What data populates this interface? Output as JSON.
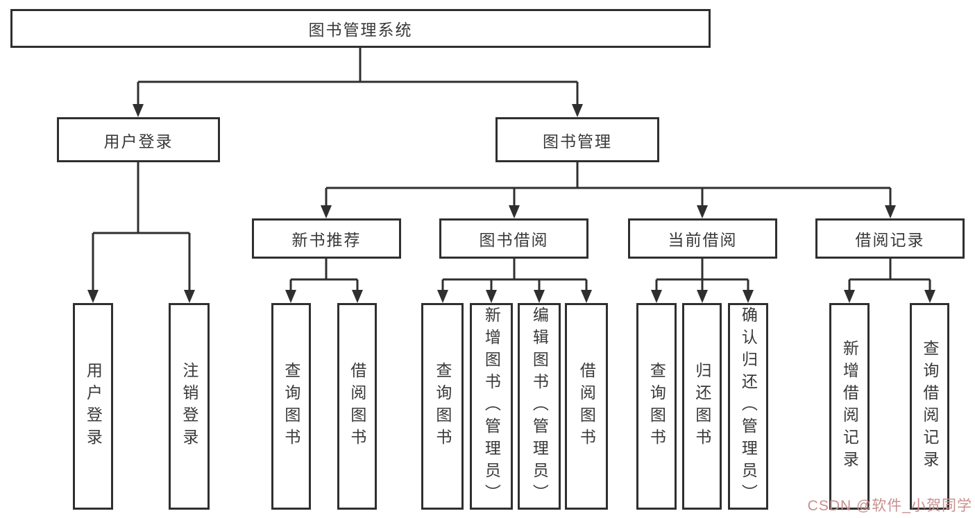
{
  "diagram_title": "图书管理系统",
  "tree": {
    "root": {
      "label": "图书管理系统",
      "children": [
        {
          "label": "用户登录",
          "children": [
            {
              "label": "用户登录"
            },
            {
              "label": "注销登录"
            }
          ]
        },
        {
          "label": "图书管理",
          "children": [
            {
              "label": "新书推荐",
              "children": [
                {
                  "label": "查询图书"
                },
                {
                  "label": "借阅图书"
                }
              ]
            },
            {
              "label": "图书借阅",
              "children": [
                {
                  "label": "查询图书"
                },
                {
                  "label": "新增图书（管理员）"
                },
                {
                  "label": "编辑图书（管理员）"
                },
                {
                  "label": "借阅图书"
                }
              ]
            },
            {
              "label": "当前借阅",
              "children": [
                {
                  "label": "查询图书"
                },
                {
                  "label": "归还图书"
                },
                {
                  "label": "确认归还（管理员）"
                }
              ]
            },
            {
              "label": "借阅记录",
              "children": [
                {
                  "label": "新增借阅记录"
                },
                {
                  "label": "查询借阅记录"
                }
              ]
            }
          ]
        }
      ]
    }
  },
  "watermark": {
    "text": "CSDN @软件_小贺同学"
  },
  "colors": {
    "line": "#2f2f2f",
    "text": "#383838",
    "background": "#ffffff",
    "watermark": "#c98f8f"
  }
}
